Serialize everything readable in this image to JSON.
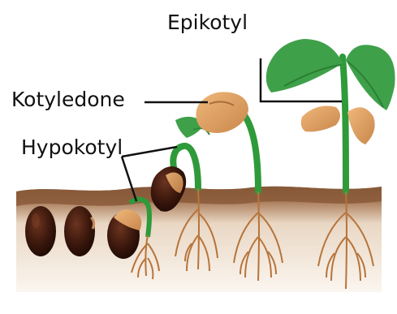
{
  "labels": {
    "epicotyl": "Epikotyl",
    "cotyledon": "Kotyledone",
    "hypocotyl": "Hypokotyl"
  },
  "colors": {
    "soil_top": "#8a5a3a",
    "soil_body": "#f6efe6",
    "stem": "#2f9a3a",
    "leaf": "#3fa04a",
    "seed_dark": "#3a1a10",
    "cotyledon": "#d99a5e",
    "root": "#b7743a"
  },
  "stages": [
    "seed-1",
    "seed-2",
    "seed-3-radicle",
    "seedling-hook",
    "seedling-cotyledon-up",
    "seedling-leaves"
  ]
}
